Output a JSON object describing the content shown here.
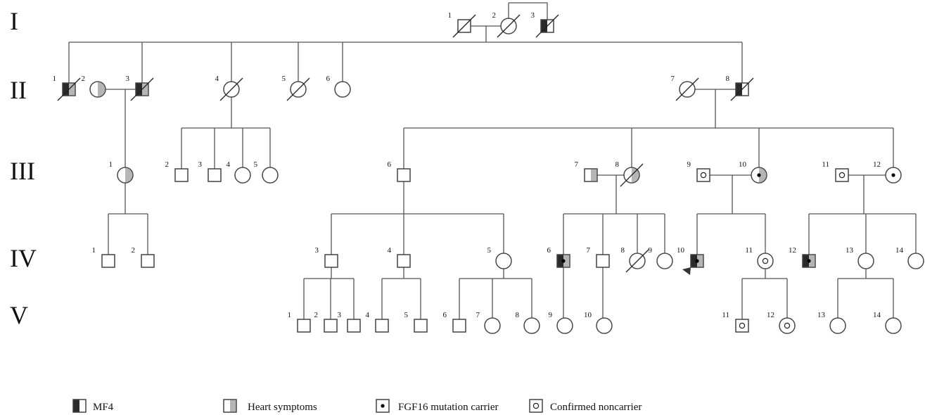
{
  "generations": [
    "I",
    "II",
    "III",
    "IV",
    "V"
  ],
  "colors": {
    "mf4": "#2a2a2a",
    "heart": "#b5b5b5",
    "line": "#555555"
  },
  "individuals": [
    {
      "id": "I-1",
      "num": "1",
      "sex": "m",
      "dec": true
    },
    {
      "id": "I-2",
      "num": "2",
      "sex": "f",
      "dec": true
    },
    {
      "id": "I-3",
      "num": "3",
      "sex": "m",
      "dec": true,
      "mf4": true
    },
    {
      "id": "II-1",
      "num": "1",
      "sex": "m",
      "dec": true,
      "mf4": true,
      "heart": true
    },
    {
      "id": "II-2",
      "num": "2",
      "sex": "f",
      "heart": true
    },
    {
      "id": "II-3",
      "num": "3",
      "sex": "m",
      "dec": true,
      "mf4": true,
      "heart": true
    },
    {
      "id": "II-4",
      "num": "4",
      "sex": "f",
      "dec": true
    },
    {
      "id": "II-5",
      "num": "5",
      "sex": "f",
      "dec": true
    },
    {
      "id": "II-6",
      "num": "6",
      "sex": "f"
    },
    {
      "id": "II-7",
      "num": "7",
      "sex": "f",
      "dec": true
    },
    {
      "id": "II-8",
      "num": "8",
      "sex": "m",
      "dec": true,
      "mf4": true
    },
    {
      "id": "III-1",
      "num": "1",
      "sex": "f",
      "heart": true
    },
    {
      "id": "III-2",
      "num": "2",
      "sex": "m"
    },
    {
      "id": "III-3",
      "num": "3",
      "sex": "m"
    },
    {
      "id": "III-4",
      "num": "4",
      "sex": "f"
    },
    {
      "id": "III-5",
      "num": "5",
      "sex": "f"
    },
    {
      "id": "III-6",
      "num": "6",
      "sex": "m"
    },
    {
      "id": "III-7",
      "num": "7",
      "sex": "m",
      "heart": true
    },
    {
      "id": "III-8",
      "num": "8",
      "sex": "f",
      "dec": true,
      "heart": true
    },
    {
      "id": "III-9",
      "num": "9",
      "sex": "m",
      "non": true
    },
    {
      "id": "III-10",
      "num": "10",
      "sex": "f",
      "heart": true,
      "carrier": true
    },
    {
      "id": "III-11",
      "num": "11",
      "sex": "m",
      "non": true
    },
    {
      "id": "III-12",
      "num": "12",
      "sex": "f",
      "carrier": true
    },
    {
      "id": "IV-1",
      "num": "1",
      "sex": "m"
    },
    {
      "id": "IV-2",
      "num": "2",
      "sex": "m"
    },
    {
      "id": "IV-3",
      "num": "3",
      "sex": "m"
    },
    {
      "id": "IV-4",
      "num": "4",
      "sex": "m"
    },
    {
      "id": "IV-5",
      "num": "5",
      "sex": "f"
    },
    {
      "id": "IV-6",
      "num": "6",
      "sex": "m",
      "mf4": true,
      "heart": true,
      "carrier": true
    },
    {
      "id": "IV-7",
      "num": "7",
      "sex": "m"
    },
    {
      "id": "IV-8",
      "num": "8",
      "sex": "f",
      "dec": true
    },
    {
      "id": "IV-9",
      "num": "9",
      "sex": "f"
    },
    {
      "id": "IV-10",
      "num": "10",
      "sex": "m",
      "mf4": true,
      "heart": true,
      "carrier": true,
      "proband": true
    },
    {
      "id": "IV-11",
      "num": "11",
      "sex": "f",
      "non": true
    },
    {
      "id": "IV-12",
      "num": "12",
      "sex": "m",
      "mf4": true,
      "heart": true,
      "carrier": true
    },
    {
      "id": "IV-13",
      "num": "13",
      "sex": "f"
    },
    {
      "id": "IV-14",
      "num": "14",
      "sex": "f"
    },
    {
      "id": "V-1",
      "num": "1",
      "sex": "m"
    },
    {
      "id": "V-2",
      "num": "2",
      "sex": "m"
    },
    {
      "id": "V-3",
      "num": "3",
      "sex": "m"
    },
    {
      "id": "V-4",
      "num": "4",
      "sex": "m"
    },
    {
      "id": "V-5",
      "num": "5",
      "sex": "m"
    },
    {
      "id": "V-6",
      "num": "6",
      "sex": "m"
    },
    {
      "id": "V-7",
      "num": "7",
      "sex": "f"
    },
    {
      "id": "V-8",
      "num": "8",
      "sex": "f"
    },
    {
      "id": "V-9",
      "num": "9",
      "sex": "f"
    },
    {
      "id": "V-10",
      "num": "10",
      "sex": "f"
    },
    {
      "id": "V-11",
      "num": "11",
      "sex": "m",
      "non": true
    },
    {
      "id": "V-12",
      "num": "12",
      "sex": "f",
      "non": true
    },
    {
      "id": "V-13",
      "num": "13",
      "sex": "f"
    },
    {
      "id": "V-14",
      "num": "14",
      "sex": "f"
    }
  ],
  "legend": [
    {
      "kind": "mf4",
      "label": "MF4"
    },
    {
      "kind": "heart",
      "label": "Heart symptoms"
    },
    {
      "kind": "carrier",
      "label": "FGF16 mutation carrier"
    },
    {
      "kind": "non",
      "label": "Confirmed noncarrier"
    }
  ]
}
